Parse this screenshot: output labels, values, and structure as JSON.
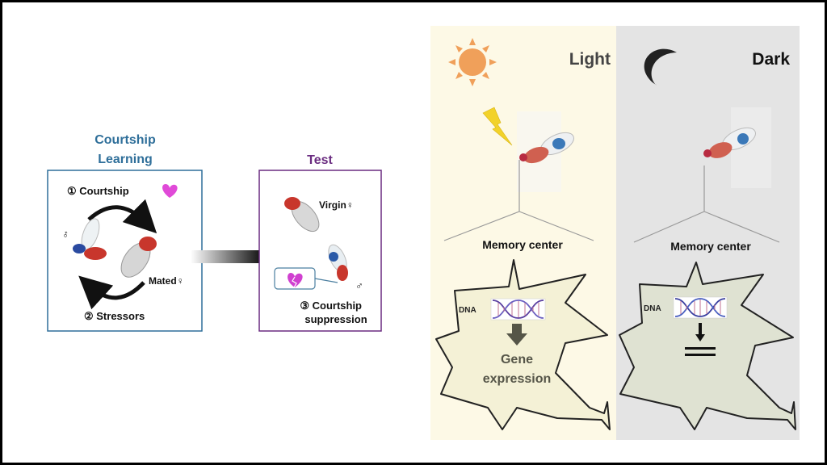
{
  "left": {
    "learning_title_line1": "Courtship",
    "learning_title_line2": "Learning",
    "step1": "① Courtship",
    "step2": "② Stressors",
    "male_symbol": "♂",
    "mated_female": "Mated♀",
    "test_title": "Test",
    "virgin_female": "Virgin♀",
    "test_male_symbol": "♂",
    "step3_line1": "③ Courtship",
    "step3_line2": "suppression"
  },
  "light_panel": {
    "title": "Light",
    "memory_center": "Memory center",
    "dna_label": "DNA",
    "result_line1": "Gene",
    "result_line2": "expression"
  },
  "dark_panel": {
    "title": "Dark",
    "memory_center": "Memory center",
    "dna_label": "DNA"
  },
  "colors": {
    "learning_blue": "#2f6f9a",
    "test_purple": "#6a2c80",
    "heart_magenta": "#e04ad8",
    "light_bg": "#fdf9e6",
    "dark_bg": "#e4e4e4",
    "sun": "#f0a05a",
    "lightning": "#f2d22a"
  },
  "icons": [
    "heart-icon",
    "broken-heart-icon",
    "sun-icon",
    "moon-icon",
    "lightning-icon",
    "dna-icon",
    "fly-image",
    "neuron-cell"
  ]
}
